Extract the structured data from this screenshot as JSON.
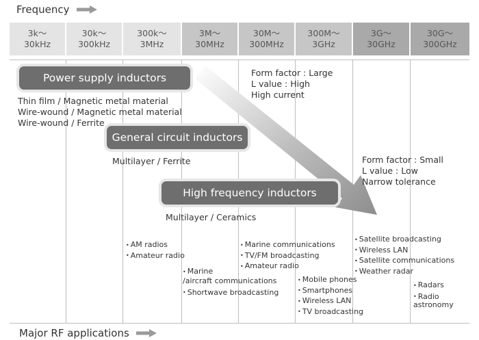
{
  "header": {
    "frequency_label": "Frequency"
  },
  "footer": {
    "applications_label": "Major RF applications"
  },
  "bands": [
    "3k〜\n30kHz",
    "30k〜\n300kHz",
    "300k〜\n3MHz",
    "3M〜\n30MHz",
    "30M〜\n300MHz",
    "300M〜\n3GHz",
    "3G〜\n30GHz",
    "30G〜\n300GHz"
  ],
  "inductors": {
    "power_supply": {
      "label": "Power supply inductors",
      "types": [
        "Thin film / Magnetic metal material",
        "Wire-wound / Magnetic metal material",
        "Wire-wound / Ferrite"
      ]
    },
    "general_circuit": {
      "label": "General circuit inductors",
      "types": [
        "Multilayer / Ferrite"
      ]
    },
    "high_frequency": {
      "label": "High frequency inductors",
      "types": [
        "Multilayer / Ceramics"
      ]
    }
  },
  "trend": {
    "large": [
      "Form factor : Large",
      "L  value : High",
      "High current"
    ],
    "small": [
      "Form factor : Small",
      "L  value : Low",
      "Narrow tolerance"
    ]
  },
  "applications": {
    "mf": [
      "AM radios",
      "Amateur radio"
    ],
    "hf": [
      "Marine\n/aircraft communications",
      "Shortwave broadcasting"
    ],
    "vhf": [
      "Marine communications",
      "TV/FM broadcasting",
      "Amateur radio"
    ],
    "uhf": [
      "Mobile phones",
      "Smartphones",
      "Wireless LAN",
      "TV broadcasting"
    ],
    "shf": [
      "Satellite broadcasting",
      "Wireless LAN",
      "Satellite communications",
      "Weather radar"
    ],
    "ehf": [
      "Radars",
      "Radio\nastronomy"
    ]
  },
  "colors": {
    "band_light": "#e4e4e4",
    "band_mid": "#c6c6c6",
    "band_dark": "#a9a9a9",
    "pill": "#6e6e6e",
    "arrow": "#9a9a9a"
  }
}
